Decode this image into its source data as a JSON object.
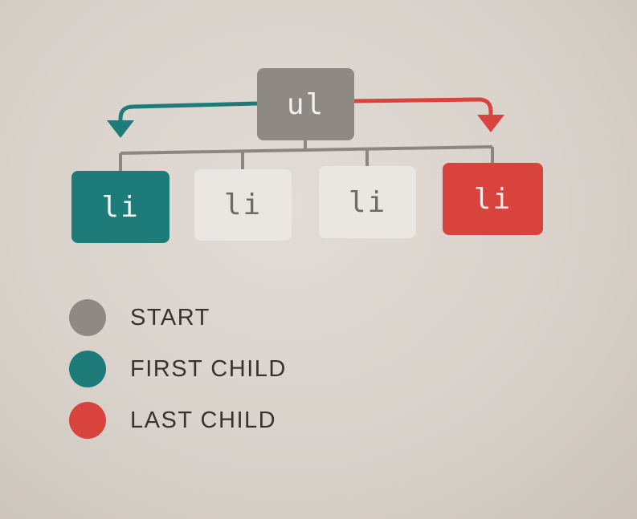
{
  "diagram": {
    "root": {
      "label": "ul",
      "color": "#8f8983"
    },
    "children": [
      {
        "label": "li",
        "color": "#1d7c7a",
        "role": "first-child"
      },
      {
        "label": "li",
        "color": "#eae6e2",
        "role": "middle"
      },
      {
        "label": "li",
        "color": "#eae6e2",
        "role": "middle"
      },
      {
        "label": "li",
        "color": "#d9433d",
        "role": "last-child"
      }
    ],
    "arrows": [
      {
        "to": "first-child",
        "color": "#1d7c7a"
      },
      {
        "to": "last-child",
        "color": "#d9433d"
      }
    ]
  },
  "legend": [
    {
      "label": "START",
      "color": "#8f8983"
    },
    {
      "label": "FIRST CHILD",
      "color": "#1d7c7a"
    },
    {
      "label": "LAST CHILD",
      "color": "#d9433d"
    }
  ]
}
